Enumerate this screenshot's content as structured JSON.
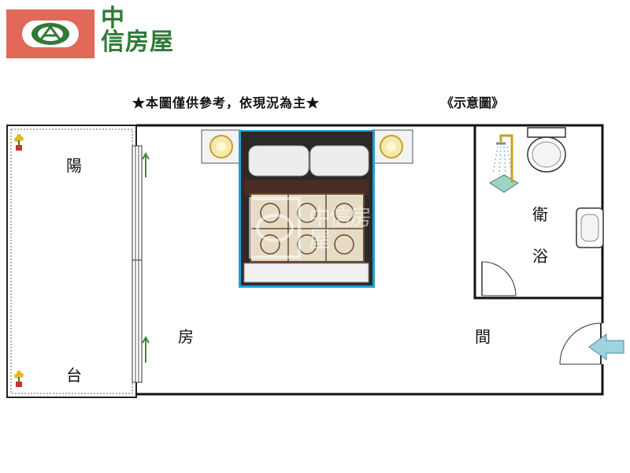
{
  "logo": {
    "brand_line1": "中",
    "brand_line2": "信房屋",
    "watermark": "中信房屋"
  },
  "notice": "★本圖僅供參考，依現況為主★",
  "schematic_label": "《示意圖》",
  "rooms": {
    "balcony": [
      "陽",
      "台"
    ],
    "bathroom": [
      "衛",
      "浴"
    ],
    "bedroom": [
      "房",
      "間"
    ]
  },
  "colors": {
    "logo_red": "#e2685a",
    "logo_green": "#2f7a36",
    "wall": "#111111",
    "window_green": "#3c8c3c",
    "bed_frame_blue": "#1f9fd8",
    "entry_arrow": "#9fd3e0"
  },
  "icons": [
    "plant-icon",
    "shower-icon",
    "toilet-icon",
    "sink-icon",
    "lamp-icon",
    "entry-arrow-icon"
  ]
}
